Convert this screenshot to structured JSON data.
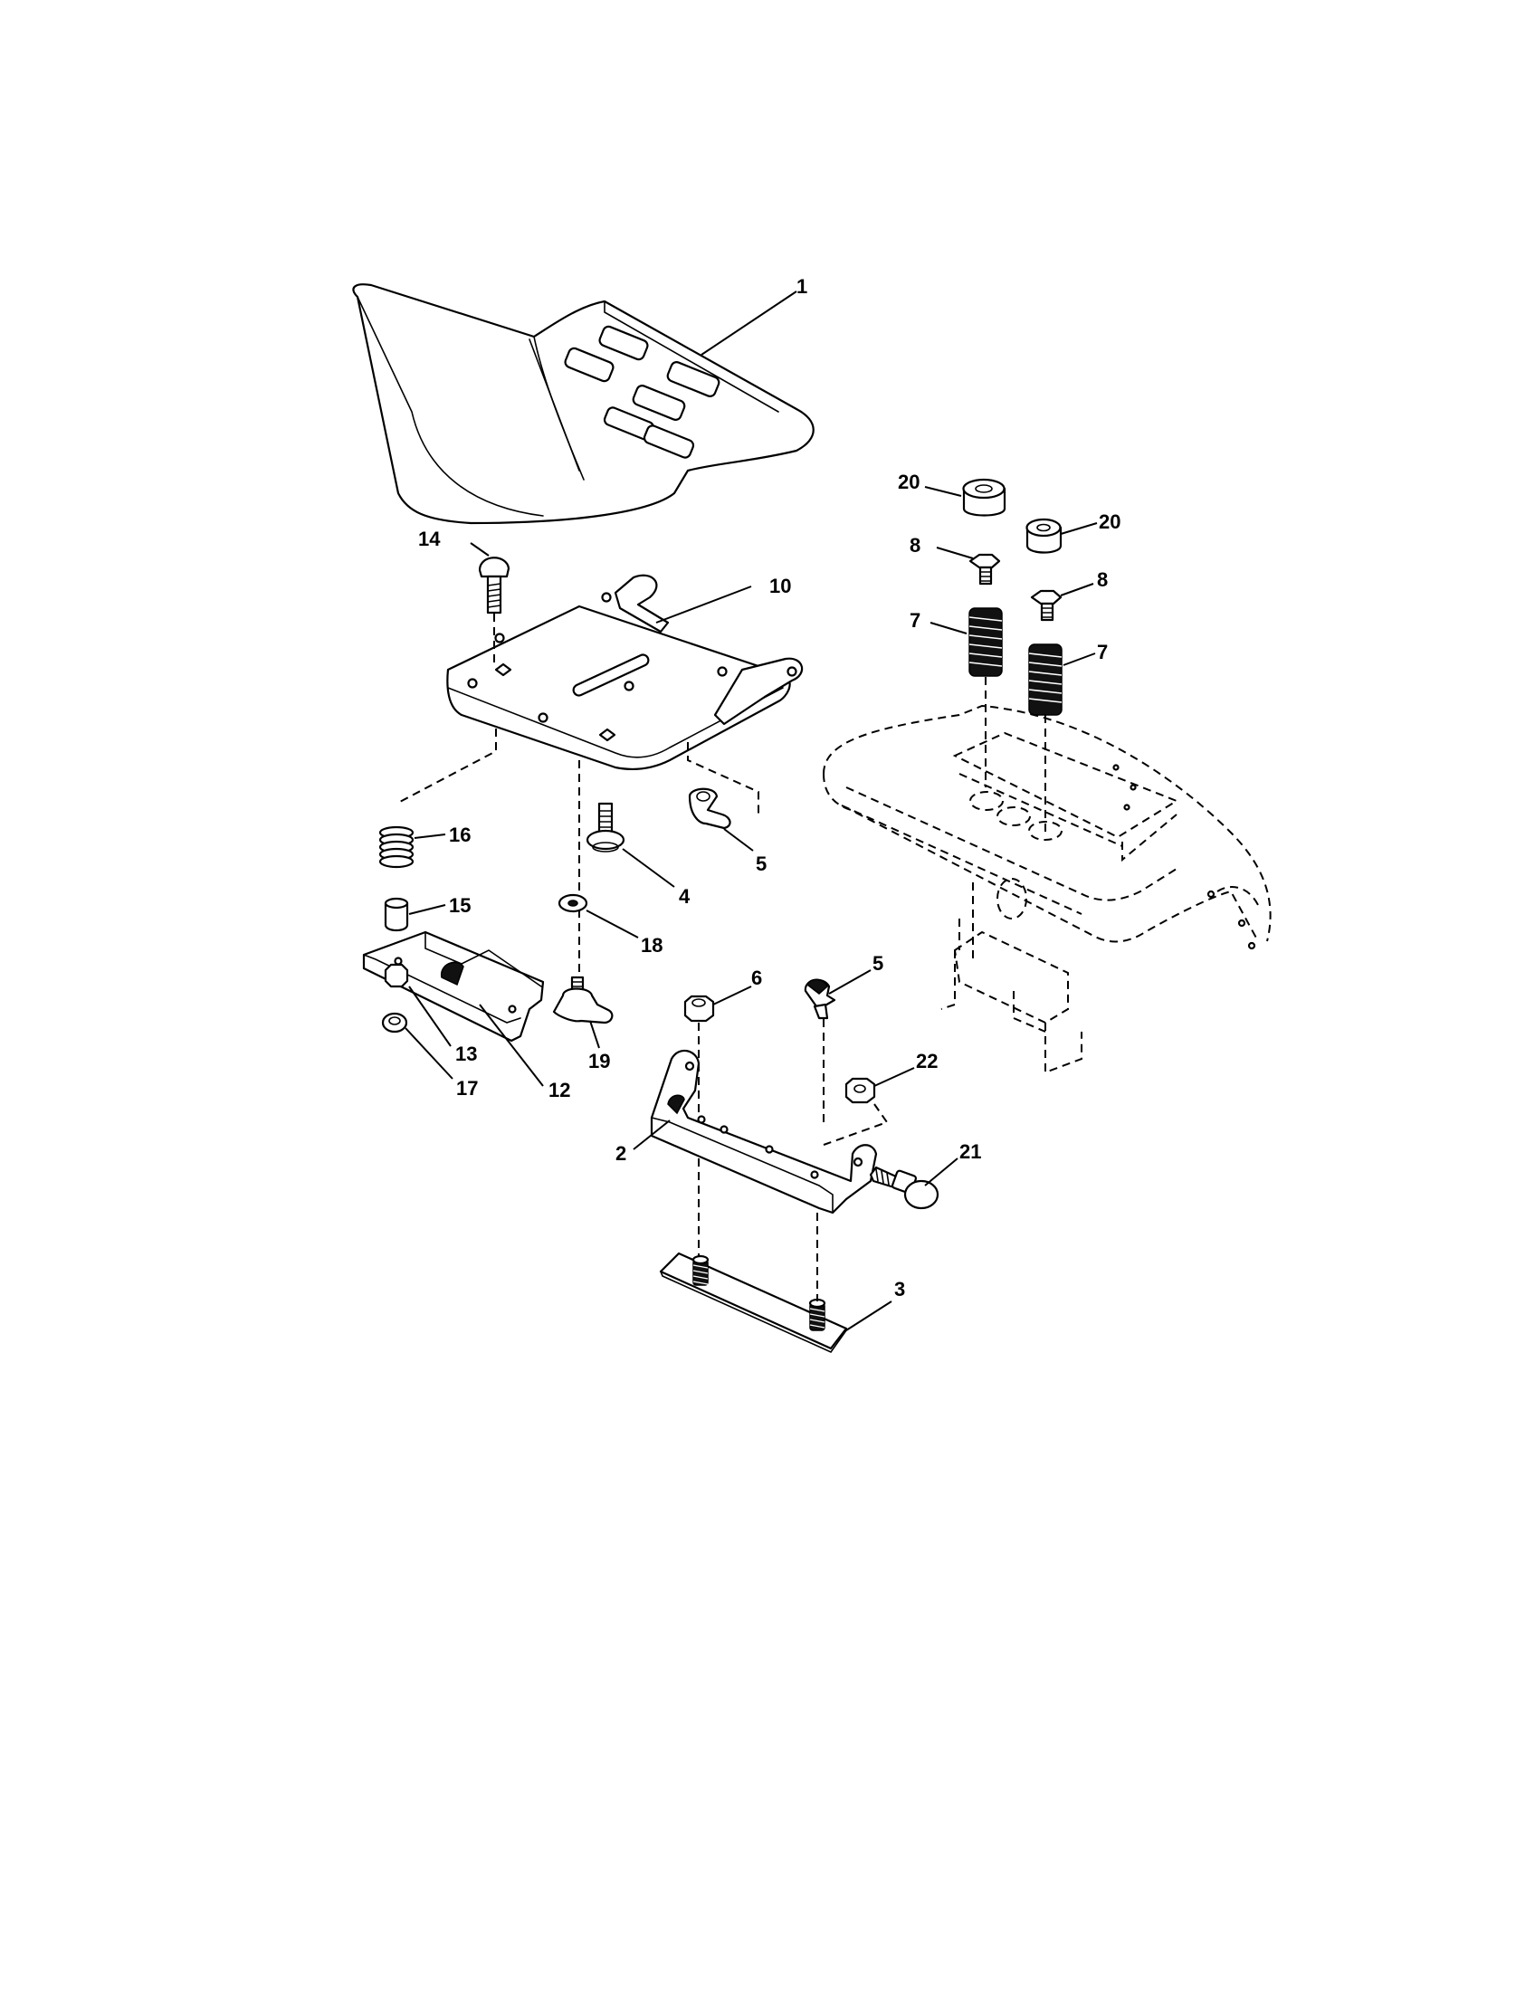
{
  "diagram": {
    "callouts": [
      {
        "id": "c1",
        "text": "1"
      },
      {
        "id": "c20a",
        "text": "20"
      },
      {
        "id": "c20b",
        "text": "20"
      },
      {
        "id": "c14",
        "text": "14"
      },
      {
        "id": "c10",
        "text": "10"
      },
      {
        "id": "c8a",
        "text": "8"
      },
      {
        "id": "c8b",
        "text": "8"
      },
      {
        "id": "c7a",
        "text": "7"
      },
      {
        "id": "c7b",
        "text": "7"
      },
      {
        "id": "c16",
        "text": "16"
      },
      {
        "id": "c5a",
        "text": "5"
      },
      {
        "id": "c4",
        "text": "4"
      },
      {
        "id": "c15",
        "text": "15"
      },
      {
        "id": "c18",
        "text": "18"
      },
      {
        "id": "c6",
        "text": "6"
      },
      {
        "id": "c5b",
        "text": "5"
      },
      {
        "id": "c19",
        "text": "19"
      },
      {
        "id": "c13",
        "text": "13"
      },
      {
        "id": "c17",
        "text": "17"
      },
      {
        "id": "c12",
        "text": "12"
      },
      {
        "id": "c22",
        "text": "22"
      },
      {
        "id": "c2",
        "text": "2"
      },
      {
        "id": "c21",
        "text": "21"
      },
      {
        "id": "c3",
        "text": "3"
      }
    ]
  }
}
